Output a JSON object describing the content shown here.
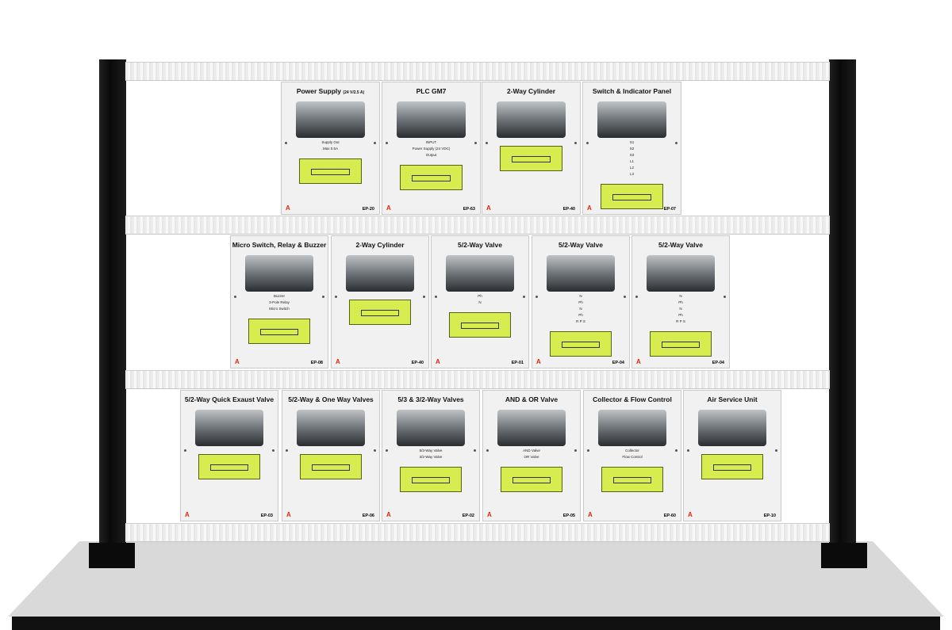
{
  "colors": {
    "diagram": "#d6ec4f",
    "frame": "#111111",
    "table": "#d9d9d9",
    "rail": "#f0f0f0"
  },
  "rows": [
    {
      "panels": [
        {
          "title": "Power Supply",
          "subtitle": "(24 V/2.5 A)",
          "code": "EP-20",
          "labels": [
            "Supply Out",
            "Max 0.5A"
          ]
        },
        {
          "title": "PLC GM7",
          "code": "EP-63",
          "labels": [
            "INPUT",
            "Power Supply (24 VDC)",
            "Output"
          ]
        },
        {
          "title": "2-Way Cylinder",
          "code": "EP-40",
          "labels": []
        },
        {
          "title": "Switch & Indicator Panel",
          "code": "EP-07",
          "labels": [
            "S1",
            "S2",
            "S3",
            "L1",
            "L2",
            "L3"
          ]
        }
      ]
    },
    {
      "panels": [
        {
          "title": "Micro Switch, Relay & Buzzer",
          "code": "EP-08",
          "labels": [
            "Buzzer",
            "3-Pole Relay",
            "Micro Switch"
          ]
        },
        {
          "title": "2-Way Cylinder",
          "code": "EP-40",
          "labels": []
        },
        {
          "title": "5/2-Way Valve",
          "code": "EP-01",
          "labels": [
            "Ph",
            "N"
          ]
        },
        {
          "title": "5/2-Way Valve",
          "code": "EP-04",
          "labels": [
            "N",
            "Ph",
            "N",
            "Ph",
            "R P S"
          ]
        },
        {
          "title": "5/2-Way Valve",
          "code": "EP-04",
          "labels": [
            "N",
            "Ph",
            "N",
            "Ph",
            "R P S"
          ]
        }
      ]
    },
    {
      "panels": [
        {
          "title": "5/2-Way Quick Exaust Valve",
          "code": "EP-03",
          "labels": []
        },
        {
          "title": "5/2-Way & One Way Valves",
          "code": "EP-06",
          "labels": []
        },
        {
          "title": "5/3 & 3/2-Way Valves",
          "code": "EP-02",
          "labels": [
            "5/3-Way Valve",
            "3/2-Way Valve"
          ]
        },
        {
          "title": "AND & OR Valve",
          "code": "EP-05",
          "labels": [
            "AND Valve",
            "OR Valve"
          ]
        },
        {
          "title": "Collector & Flow Control",
          "code": "EP-60",
          "labels": [
            "Collector",
            "Flow Control"
          ]
        },
        {
          "title": "Air Service Unit",
          "code": "EP-10",
          "labels": []
        }
      ]
    }
  ]
}
